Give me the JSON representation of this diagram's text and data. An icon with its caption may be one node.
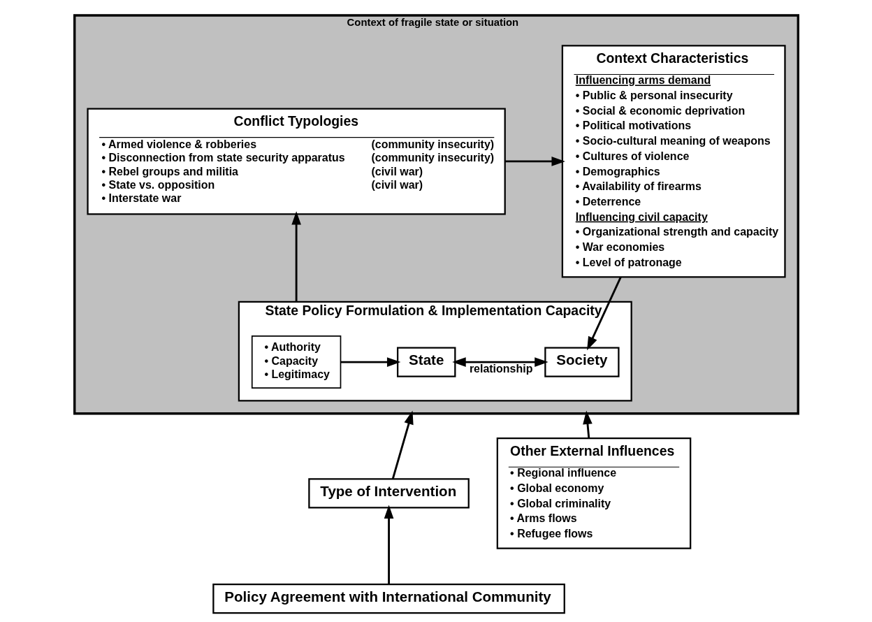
{
  "diagram": {
    "nodes": [
      {
        "text": [
          "Context of fragile state or situation"
        ]
      },
      {
        "text": [
          "Conflict Typologies",
          "• Armed violence & robberies",
          "(community insecurity)",
          "• Disconnection from state security apparatus",
          "(community insecurity)",
          "• Rebel groups and militia",
          "(civil war)",
          "• State vs. opposition",
          "(civil war)",
          "• Interstate war"
        ],
        "in": 0
      },
      {
        "text": [
          "State Policy Formulation & Implementation Capacity"
        ],
        "in": 0
      },
      {
        "text": [
          "• Authority",
          "• Capacity",
          "• Legitimacy"
        ],
        "in": 2
      },
      {
        "text": [
          "State"
        ],
        "in": 2
      },
      {
        "text": [
          "Society"
        ],
        "in": 2
      },
      {
        "text": [
          "Context Characteristics",
          "Influencing arms demand",
          "• Public & personal insecurity",
          "• Social & economic deprivation",
          "• Political motivations",
          "• Socio-cultural meaning of weapons",
          "• Cultures of violence",
          "• Demographics",
          "• Availability of firearms",
          "• Deterrence",
          "Influencing civil capacity",
          "• Organizational strength and capacity",
          "• War economies",
          "• Level of patronage"
        ],
        "in": 0
      },
      {
        "text": [
          "Type of Intervention"
        ]
      },
      {
        "text": [
          "Policy Agreement with International Community"
        ]
      },
      {
        "text": [
          "Other External Influences",
          "• Regional influence",
          "• Global economy",
          "• Global criminality",
          "• Arms flows",
          "• Refugee flows"
        ]
      }
    ],
    "edges": [
      {
        "from": 2,
        "to": 1,
        "arrow": "to"
      },
      {
        "from": 1,
        "to": 6,
        "arrow": "to"
      },
      {
        "from": 3,
        "to": 4,
        "arrow": "to"
      },
      {
        "from": 4,
        "to": 5,
        "label": "relationship",
        "arrow": "both"
      },
      {
        "from": 6,
        "to": 5,
        "arrow": "to"
      },
      {
        "from": 7,
        "to": 0,
        "arrow": "to"
      },
      {
        "from": 8,
        "to": 7,
        "arrow": "to"
      },
      {
        "from": 9,
        "to": 0,
        "arrow": "to"
      }
    ]
  }
}
